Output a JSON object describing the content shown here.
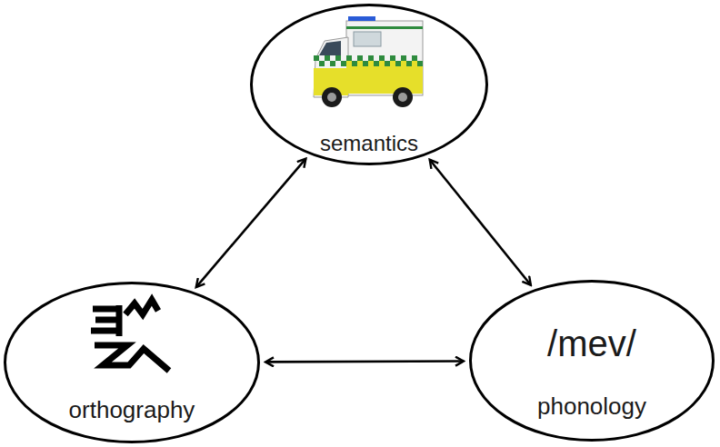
{
  "diagram": {
    "nodes": [
      {
        "text": [
          "semantics"
        ]
      },
      {
        "text": [
          "orthography"
        ]
      },
      {
        "text": [
          "/mev/",
          "phonology"
        ]
      }
    ],
    "edges": [
      {
        "from": 0,
        "to": 1,
        "arrow": "both"
      },
      {
        "from": 0,
        "to": 2,
        "arrow": "both"
      },
      {
        "from": 1,
        "to": 2,
        "arrow": "both"
      }
    ]
  }
}
